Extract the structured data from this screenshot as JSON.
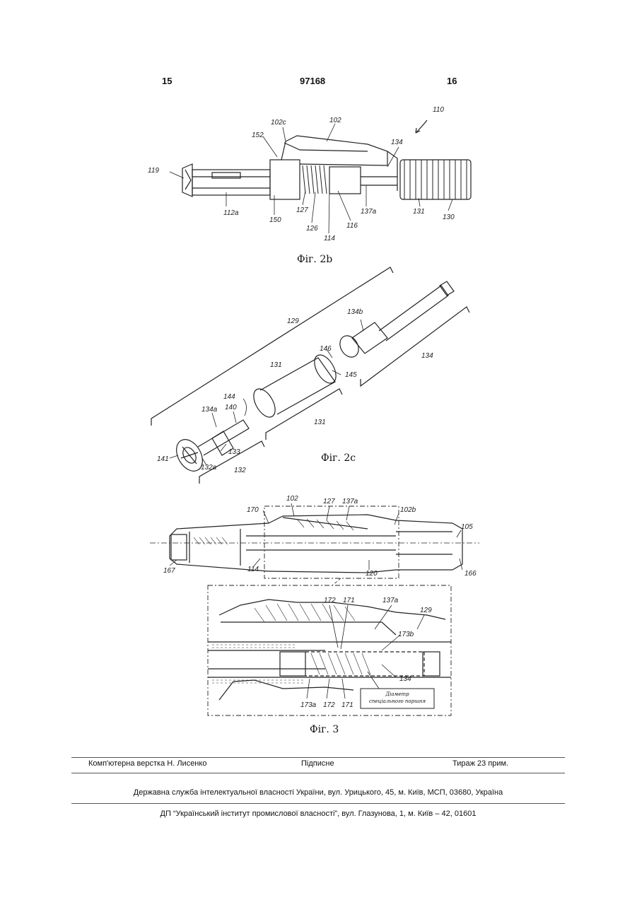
{
  "header": {
    "page_left": "15",
    "patent_number": "97168",
    "page_right": "16"
  },
  "fig2b": {
    "caption": "Фіг. 2b",
    "labels": [
      "110",
      "102c",
      "102",
      "152",
      "134",
      "119",
      "112a",
      "150",
      "127",
      "126",
      "114",
      "116",
      "137a",
      "131",
      "130"
    ]
  },
  "fig2c": {
    "caption": "Фіг. 2c",
    "labels": [
      "129",
      "134b",
      "146",
      "134",
      "131",
      "145",
      "144",
      "140",
      "134a",
      "131",
      "141",
      "133",
      "132a",
      "132"
    ]
  },
  "fig3": {
    "caption": "Фіг. 3",
    "labels": [
      "102",
      "127",
      "137a",
      "170",
      "102b",
      "105",
      "167",
      "114",
      "120",
      "166"
    ],
    "detail_labels": [
      "172",
      "171",
      "137a",
      "129",
      "173b",
      "134",
      "173a",
      "172",
      "171"
    ],
    "callout_text": [
      "Діаметр",
      "спеціального поршня"
    ]
  },
  "footer": {
    "layout_credit": "Комп'ютерна верстка Н. Лисенко",
    "subscription": "Підписне",
    "circulation": "Тираж 23 прим.",
    "agency": "Державна служба інтелектуальної власності України, вул. Урицького, 45, м. Київ, МСП, 03680, Україна",
    "institute": "ДП “Український інститут промислової власності”, вул. Глазунова, 1, м. Київ – 42, 01601"
  }
}
